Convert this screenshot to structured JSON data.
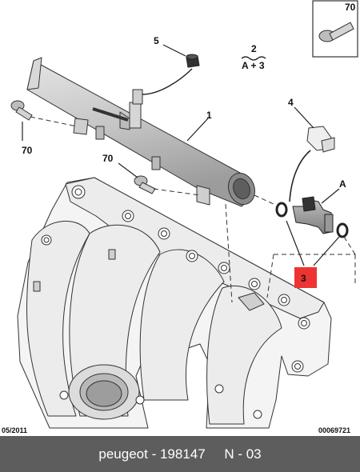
{
  "callouts": {
    "c70_box": "70",
    "c5": "5",
    "c2": "2",
    "c2_formula": "A + 3",
    "c1": "1",
    "c4": "4",
    "c70_left": "70",
    "c70_mid": "70",
    "cA": "A",
    "c3": "3"
  },
  "footer": {
    "date": "05/2011",
    "doc_number": "00069721",
    "caption_brand": "peugeot",
    "caption_separator": " - ",
    "caption_part": "198147",
    "caption_gap": "     ",
    "caption_page": "N - 03"
  },
  "colors": {
    "background": "#ffffff",
    "footer_bar": "#5d5d5d",
    "footer_text": "#ffffff",
    "highlight_box": "#ee3333",
    "outline": "#333333",
    "part_fill": "#c9c9c9",
    "manifold_fill": "#f2f2f2"
  }
}
